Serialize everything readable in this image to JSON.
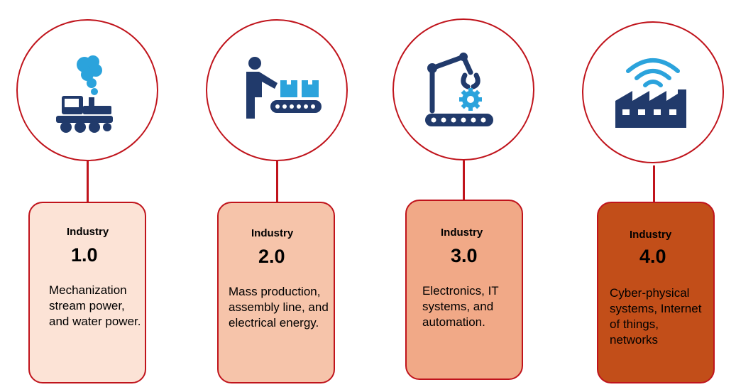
{
  "colors": {
    "accent": "#c0141c",
    "icon_dark": "#213a6b",
    "icon_light": "#2ba3dc",
    "card_1": "#fce3d6",
    "card_2": "#f6c4aa",
    "card_3": "#f1a987",
    "card_4": "#c24e19"
  },
  "stages": [
    {
      "label": "Industry",
      "version": "1.0",
      "description": "Mechanization stream power, and water power.",
      "icon": "steam-engine-icon"
    },
    {
      "label": "Industry",
      "version": "2.0",
      "description": "Mass production, assembly line, and electrical energy.",
      "icon": "assembly-line-icon"
    },
    {
      "label": "Industry",
      "version": "3.0",
      "description": "Electronics, IT systems, and automation.",
      "icon": "robot-arm-icon"
    },
    {
      "label": "Industry",
      "version": "4.0",
      "description": "Cyber-physical systems, Internet of things, networks",
      "icon": "smart-factory-icon"
    }
  ]
}
